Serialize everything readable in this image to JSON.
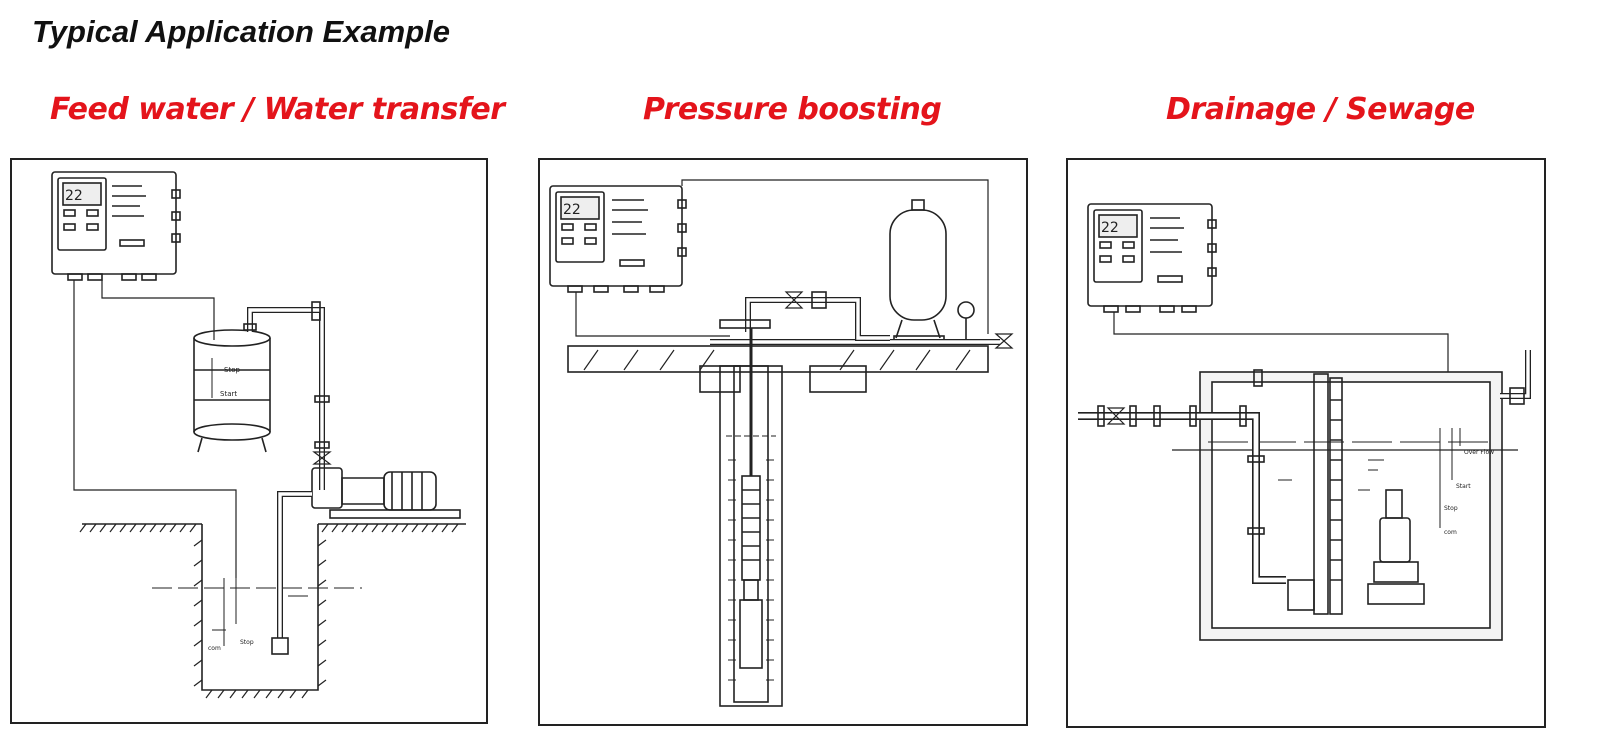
{
  "page": {
    "title": "Typical Application Example"
  },
  "sections": [
    {
      "title": "Feed water / Water transfer",
      "labels": {
        "stop": "Stop",
        "start": "Start",
        "com": "com"
      }
    },
    {
      "title": "Pressure boosting"
    },
    {
      "title": "Drainage / Sewage",
      "labels": {
        "over_flow": "Over Flow",
        "start": "Start",
        "stop": "Stop",
        "com": "com"
      }
    }
  ],
  "controller": {
    "display_reading": "22"
  },
  "colors": {
    "section_title": "#e4141b",
    "line": "#222222"
  }
}
